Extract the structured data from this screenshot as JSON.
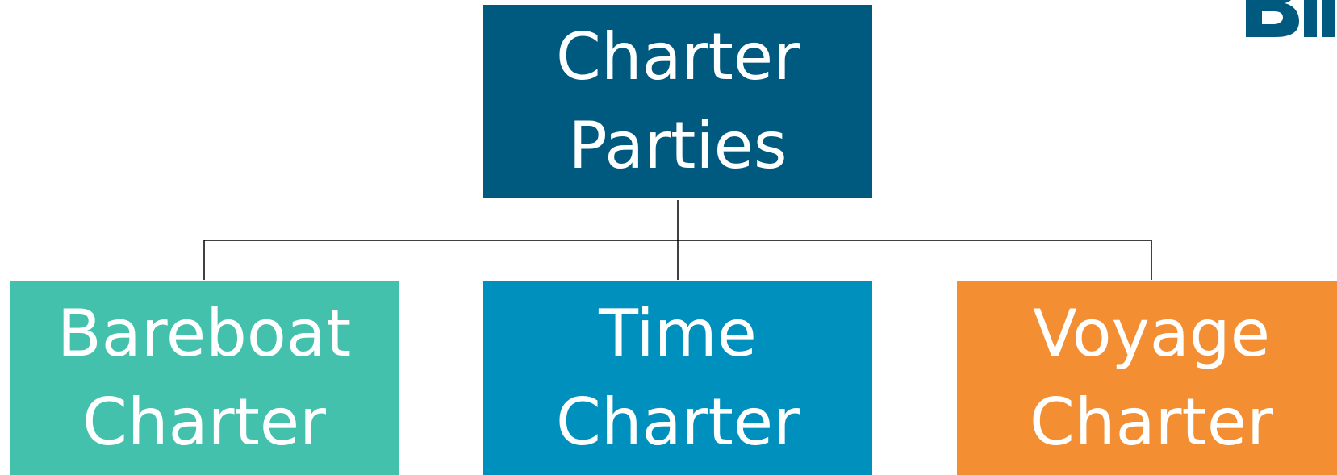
{
  "diagram": {
    "type": "org-chart",
    "root": {
      "label": "Charter\nParties",
      "color": "#005a7f"
    },
    "children": [
      {
        "label": "Bareboat\nCharter",
        "color": "#43c1ad"
      },
      {
        "label": "Time\nCharter",
        "color": "#0090bd"
      },
      {
        "label": "Voyage\nCharter",
        "color": "#f38f32"
      }
    ],
    "connector_color": "#000000"
  },
  "logo": {
    "color": "#005a7f",
    "name": "brand-logo-fragment"
  }
}
